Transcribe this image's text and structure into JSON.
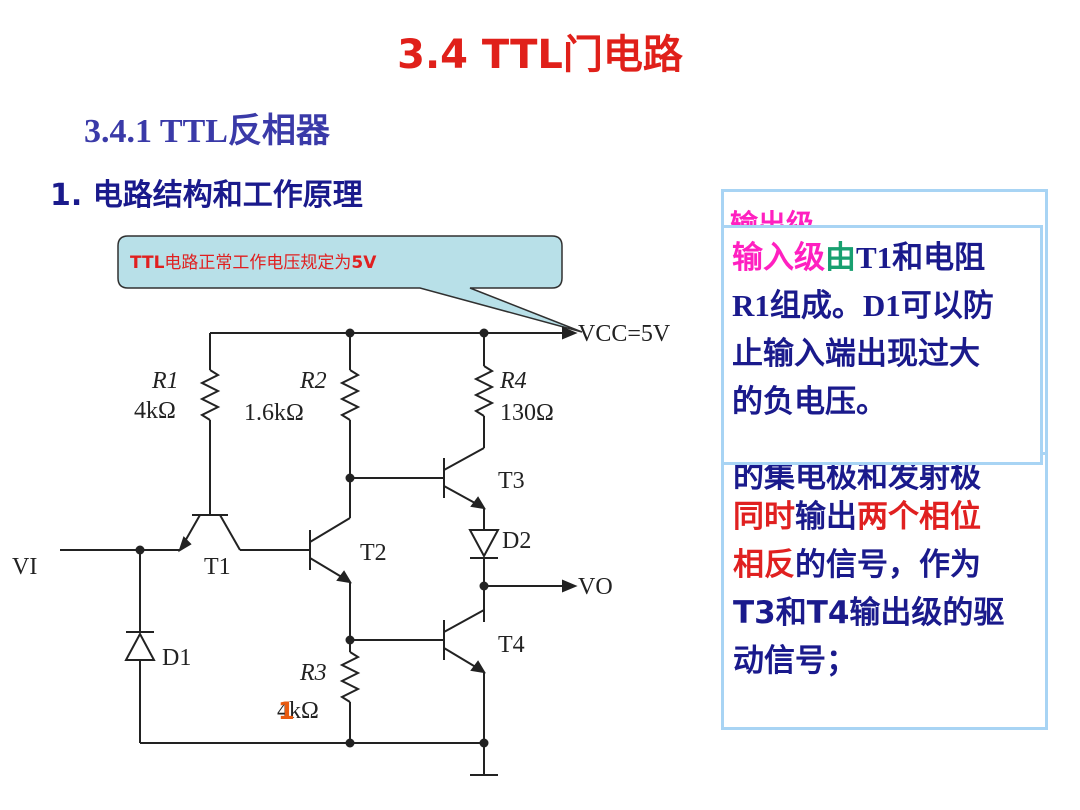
{
  "title": "3.4  TTL门电路",
  "section": "3.4.1  TTL反相器",
  "subsection": "1.  电路结构和工作原理",
  "callout": {
    "text_prefix": "TTL",
    "text_main": "电路正常工作电压规定为",
    "text_suffix": "5V"
  },
  "circuit": {
    "vcc": "VCC=5V",
    "vi": "VI",
    "vo": "VO",
    "r1_name": "R1",
    "r1_value": "4kΩ",
    "r2_name": "R2",
    "r2_value": "1.6kΩ",
    "r3_name": "R3",
    "r3_value": "4kΩ",
    "r3_overlay": "1",
    "r4_name": "R4",
    "r4_value": "130Ω",
    "t1": "T1",
    "t2": "T2",
    "t3": "T3",
    "t4": "T4",
    "d1": "D1",
    "d2": "D2"
  },
  "back_box": {
    "peek": "输出级",
    "lines": [
      "的集电极和发射极",
      "同时",
      "输出",
      "两个相位",
      "相反",
      "的信号，作为",
      "T3和T4输出级的驱",
      "动信号；"
    ]
  },
  "front_box": {
    "line1_a": "输入级",
    "line1_b": "由",
    "line1_c": "T1和电阻",
    "line2": "R1组成。D1可以防",
    "line3": "止输入端出现过大",
    "line4": "的负电压。"
  },
  "colors": {
    "title": "#e0201a",
    "heading": "#1a1a8c",
    "accent_pink": "#ff20c0",
    "accent_green": "#18a070",
    "box_border": "#a8d4f4",
    "callout_fill": "#b8e0e8"
  }
}
